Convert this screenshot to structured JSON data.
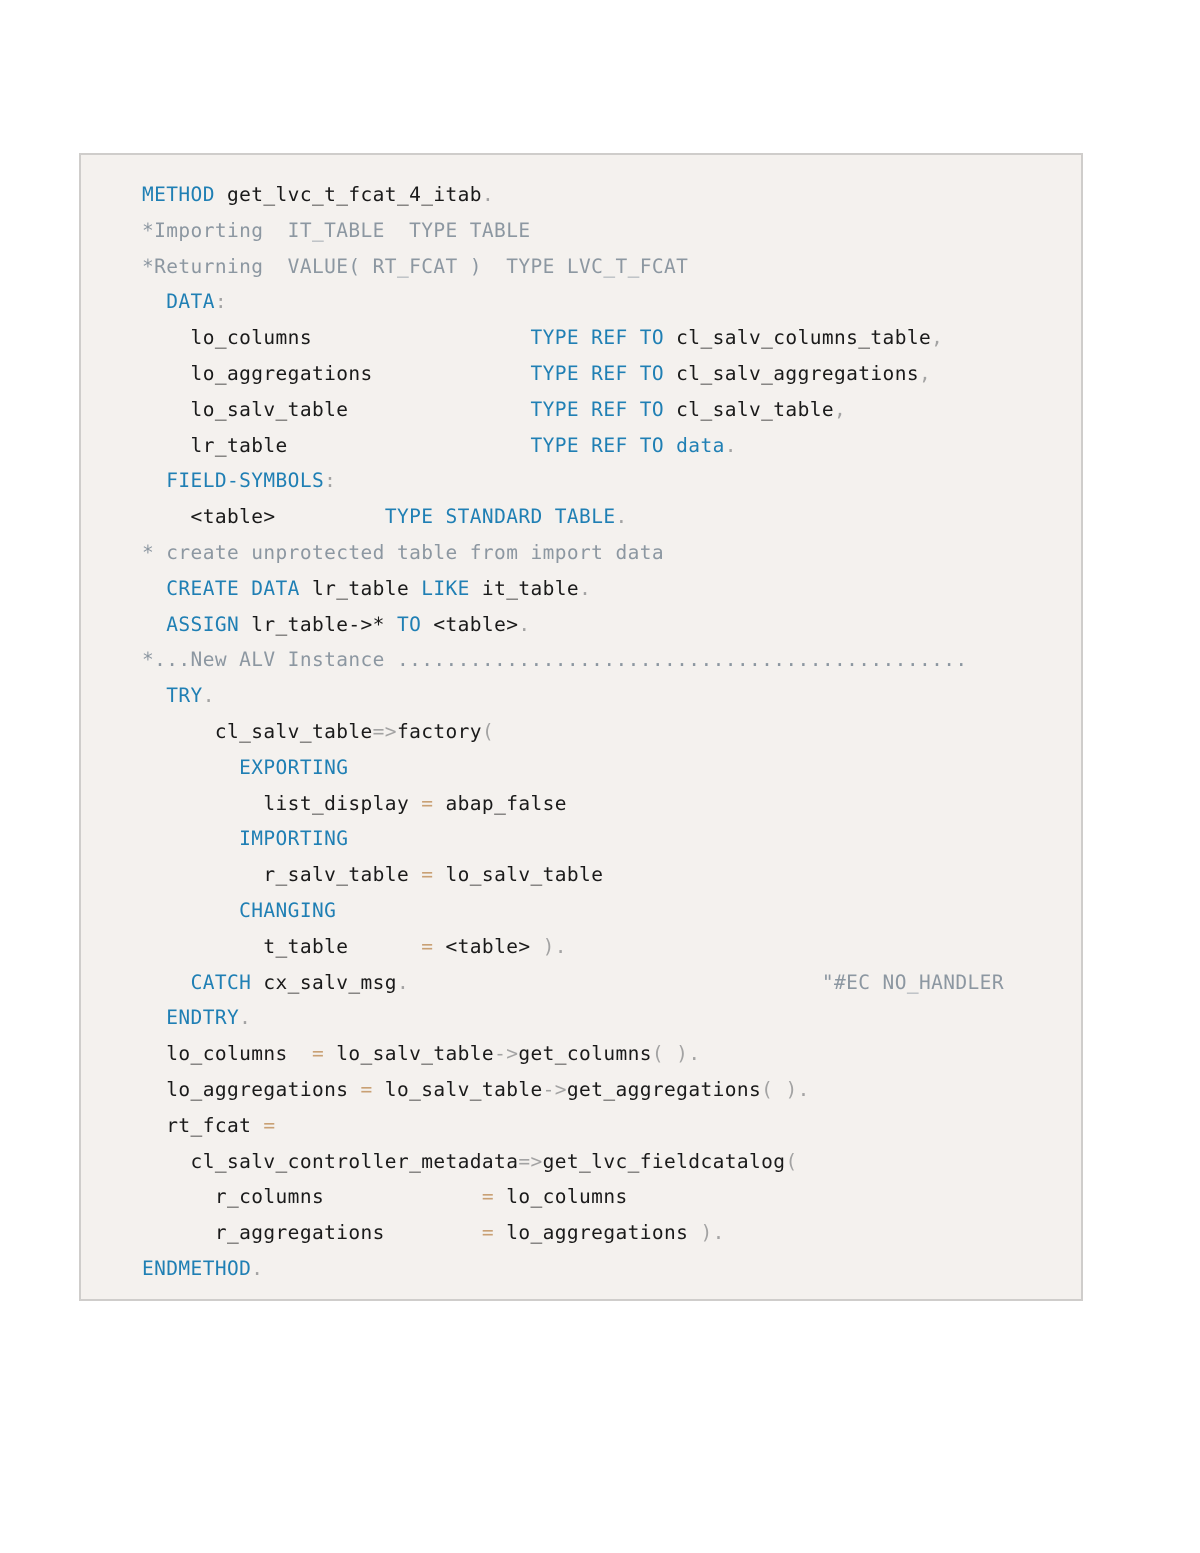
{
  "colors": {
    "keyword": "#1f7fb4",
    "text": "#1a1a1a",
    "comment": "#8c97a1",
    "punct": "#a3a3a3",
    "operator": "#c9a074",
    "background": "#f4f1ee"
  },
  "code_lines": [
    [
      [
        "k",
        "METHOD"
      ],
      [
        "t",
        " get_lvc_t_fcat_4_itab"
      ],
      [
        "p",
        "."
      ]
    ],
    [
      [
        "c",
        "*Importing  IT_TABLE  TYPE TABLE"
      ]
    ],
    [
      [
        "c",
        "*Returning  VALUE( RT_FCAT )  TYPE LVC_T_FCAT"
      ]
    ],
    [
      [
        "t",
        "  "
      ],
      [
        "k",
        "DATA"
      ],
      [
        "p",
        ":"
      ]
    ],
    [
      [
        "t",
        "    lo_columns                  "
      ],
      [
        "k",
        "TYPE REF TO"
      ],
      [
        "t",
        " cl_salv_columns_table"
      ],
      [
        "p",
        ","
      ]
    ],
    [
      [
        "t",
        "    lo_aggregations             "
      ],
      [
        "k",
        "TYPE REF TO"
      ],
      [
        "t",
        " cl_salv_aggregations"
      ],
      [
        "p",
        ","
      ]
    ],
    [
      [
        "t",
        "    lo_salv_table               "
      ],
      [
        "k",
        "TYPE REF TO"
      ],
      [
        "t",
        " cl_salv_table"
      ],
      [
        "p",
        ","
      ]
    ],
    [
      [
        "t",
        "    lr_table                    "
      ],
      [
        "k",
        "TYPE REF TO data"
      ],
      [
        "p",
        "."
      ]
    ],
    [
      [
        "t",
        "  "
      ],
      [
        "k",
        "FIELD-SYMBOLS"
      ],
      [
        "p",
        ":"
      ]
    ],
    [
      [
        "t",
        "    <table>         "
      ],
      [
        "k",
        "TYPE STANDARD TABLE"
      ],
      [
        "p",
        "."
      ]
    ],
    [
      [
        "c",
        "* create unprotected table from import data"
      ]
    ],
    [
      [
        "t",
        "  "
      ],
      [
        "k",
        "CREATE DATA"
      ],
      [
        "t",
        " lr_table "
      ],
      [
        "k",
        "LIKE"
      ],
      [
        "t",
        " it_table"
      ],
      [
        "p",
        "."
      ]
    ],
    [
      [
        "t",
        "  "
      ],
      [
        "k",
        "ASSIGN"
      ],
      [
        "t",
        " lr_table->* "
      ],
      [
        "k",
        "TO"
      ],
      [
        "t",
        " <table>"
      ],
      [
        "p",
        "."
      ]
    ],
    [
      [
        "c",
        "*...New ALV Instance ..............................................."
      ]
    ],
    [
      [
        "t",
        "  "
      ],
      [
        "k",
        "TRY"
      ],
      [
        "p",
        "."
      ]
    ],
    [
      [
        "t",
        "      cl_salv_table"
      ],
      [
        "p",
        "=>"
      ],
      [
        "t",
        "factory"
      ],
      [
        "p",
        "("
      ]
    ],
    [
      [
        "t",
        "        "
      ],
      [
        "k",
        "EXPORTING"
      ]
    ],
    [
      [
        "t",
        "          list_display "
      ],
      [
        "o",
        "="
      ],
      [
        "t",
        " abap_false"
      ]
    ],
    [
      [
        "t",
        "        "
      ],
      [
        "k",
        "IMPORTING"
      ]
    ],
    [
      [
        "t",
        "          r_salv_table "
      ],
      [
        "o",
        "="
      ],
      [
        "t",
        " lo_salv_table"
      ]
    ],
    [
      [
        "t",
        "        "
      ],
      [
        "k",
        "CHANGING"
      ]
    ],
    [
      [
        "t",
        "          t_table      "
      ],
      [
        "o",
        "="
      ],
      [
        "t",
        " <table> "
      ],
      [
        "p",
        ")."
      ]
    ],
    [
      [
        "t",
        "    "
      ],
      [
        "k",
        "CATCH"
      ],
      [
        "t",
        " cx_salv_msg"
      ],
      [
        "p",
        "."
      ],
      [
        "t",
        "                                  "
      ],
      [
        "c",
        "\"#EC NO_HANDLER"
      ]
    ],
    [
      [
        "t",
        "  "
      ],
      [
        "k",
        "ENDTRY"
      ],
      [
        "p",
        "."
      ]
    ],
    [
      [
        "t",
        "  lo_columns  "
      ],
      [
        "o",
        "="
      ],
      [
        "t",
        " lo_salv_table"
      ],
      [
        "p",
        "->"
      ],
      [
        "t",
        "get_columns"
      ],
      [
        "p",
        "( )."
      ]
    ],
    [
      [
        "t",
        "  lo_aggregations "
      ],
      [
        "o",
        "="
      ],
      [
        "t",
        " lo_salv_table"
      ],
      [
        "p",
        "->"
      ],
      [
        "t",
        "get_aggregations"
      ],
      [
        "p",
        "( )."
      ]
    ],
    [
      [
        "t",
        "  rt_fcat "
      ],
      [
        "o",
        "="
      ]
    ],
    [
      [
        "t",
        "    cl_salv_controller_metadata"
      ],
      [
        "p",
        "=>"
      ],
      [
        "t",
        "get_lvc_fieldcatalog"
      ],
      [
        "p",
        "("
      ]
    ],
    [
      [
        "t",
        "      r_columns             "
      ],
      [
        "o",
        "="
      ],
      [
        "t",
        " lo_columns"
      ]
    ],
    [
      [
        "t",
        "      r_aggregations        "
      ],
      [
        "o",
        "="
      ],
      [
        "t",
        " lo_aggregations "
      ],
      [
        "p",
        ")."
      ]
    ],
    [
      [
        "k",
        "ENDMETHOD"
      ],
      [
        "p",
        "."
      ]
    ]
  ]
}
